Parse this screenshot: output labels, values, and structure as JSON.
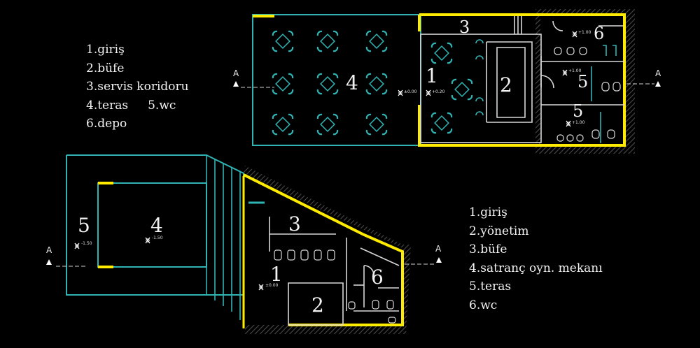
{
  "legend_top": {
    "items": [
      "1.giriş",
      "2.büfe",
      "3.servis koridoru",
      "4.teras",
      "5.wc",
      "6.depo"
    ]
  },
  "legend_bottom": {
    "items": [
      "1.giriş",
      "2.yönetim",
      "3.büfe",
      "4.satranç oyn. mekanı",
      "5.teras",
      "6.wc"
    ]
  },
  "plan_top": {
    "rooms": {
      "r1": "1",
      "r2": "2",
      "r3": "3",
      "r4": "4",
      "r5a": "5",
      "r5b": "5",
      "r6": "6"
    },
    "elevations": {
      "entrance": "±0.00",
      "buffet": "+0.20",
      "wc_a": "+1.00",
      "wc_b": "+1.00",
      "storage": "+1.00"
    },
    "section_marks": {
      "left": "A",
      "right": "A"
    }
  },
  "plan_bottom": {
    "rooms": {
      "r1": "1",
      "r2": "2",
      "r3": "3",
      "r4": "4",
      "r5": "5",
      "r6": "6"
    },
    "elevations": {
      "entrance": "±0.00",
      "terrace": "-1.50",
      "chess": "-1.50"
    },
    "section_marks": {
      "left": "A",
      "right": "A"
    }
  },
  "colors": {
    "wall": "#2fb3b3",
    "highlight": "#ffeb00",
    "furniture": "#2fb3b3",
    "hatch": "#4a4a4a",
    "text": "#f2f2f2",
    "background": "#000000"
  }
}
